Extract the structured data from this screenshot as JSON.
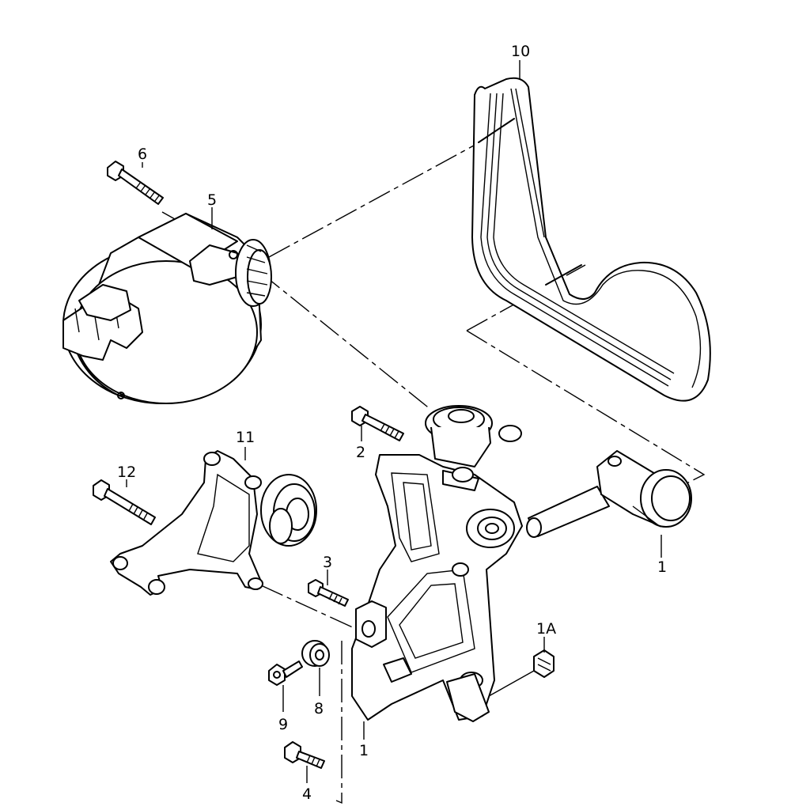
{
  "callouts": {
    "c10": "10",
    "c6": "6",
    "c5": "5",
    "c2": "2",
    "c11": "11",
    "c12": "12",
    "c1_right": "1",
    "c3": "3",
    "c1a": "1A",
    "c8": "8",
    "c9": "9",
    "c1_bottom": "1",
    "c4": "4"
  }
}
